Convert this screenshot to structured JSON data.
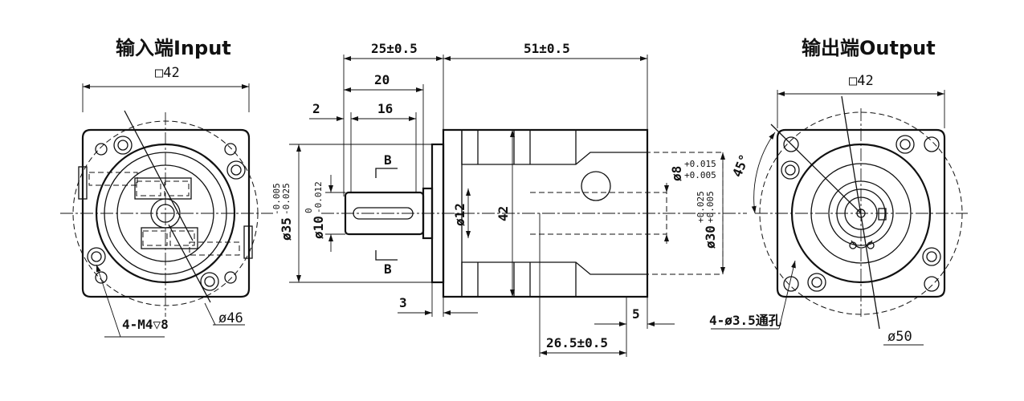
{
  "titles": {
    "input": "输入端Input",
    "output": "输出端Output"
  },
  "input_view": {
    "square": "□42",
    "thread_note": "4-M4▽8",
    "pcd": "ø46"
  },
  "output_view": {
    "square": "□42",
    "holes_note": "4-ø3.5通孔",
    "pcd": "ø50",
    "angle": "45°"
  },
  "side_view": {
    "dim_25": "25±0.5",
    "dim_51": "51±0.5",
    "dim_20": "20",
    "dim_16": "16",
    "dim_2": "2",
    "dim_3": "3",
    "dim_5": "5",
    "dim_26_5": "26.5±0.5",
    "section_a": "B",
    "section_b": "B",
    "shaft_d12": "ø12",
    "body_42": "42",
    "pilot": "ø35",
    "pilot_tol_up": "-0.005",
    "pilot_tol_low": "-0.025",
    "shaft": "ø10",
    "shaft_tol_up": "0",
    "shaft_tol_low": "-0.012",
    "bore8": "ø8",
    "bore8_tol_up": "+0.015",
    "bore8_tol_low": "+0.005",
    "bore30": "ø30",
    "bore30_tol_up": "+0.025",
    "bore30_tol_low": "+0.005"
  },
  "colors": {
    "line": "#111111",
    "background": "#ffffff"
  }
}
